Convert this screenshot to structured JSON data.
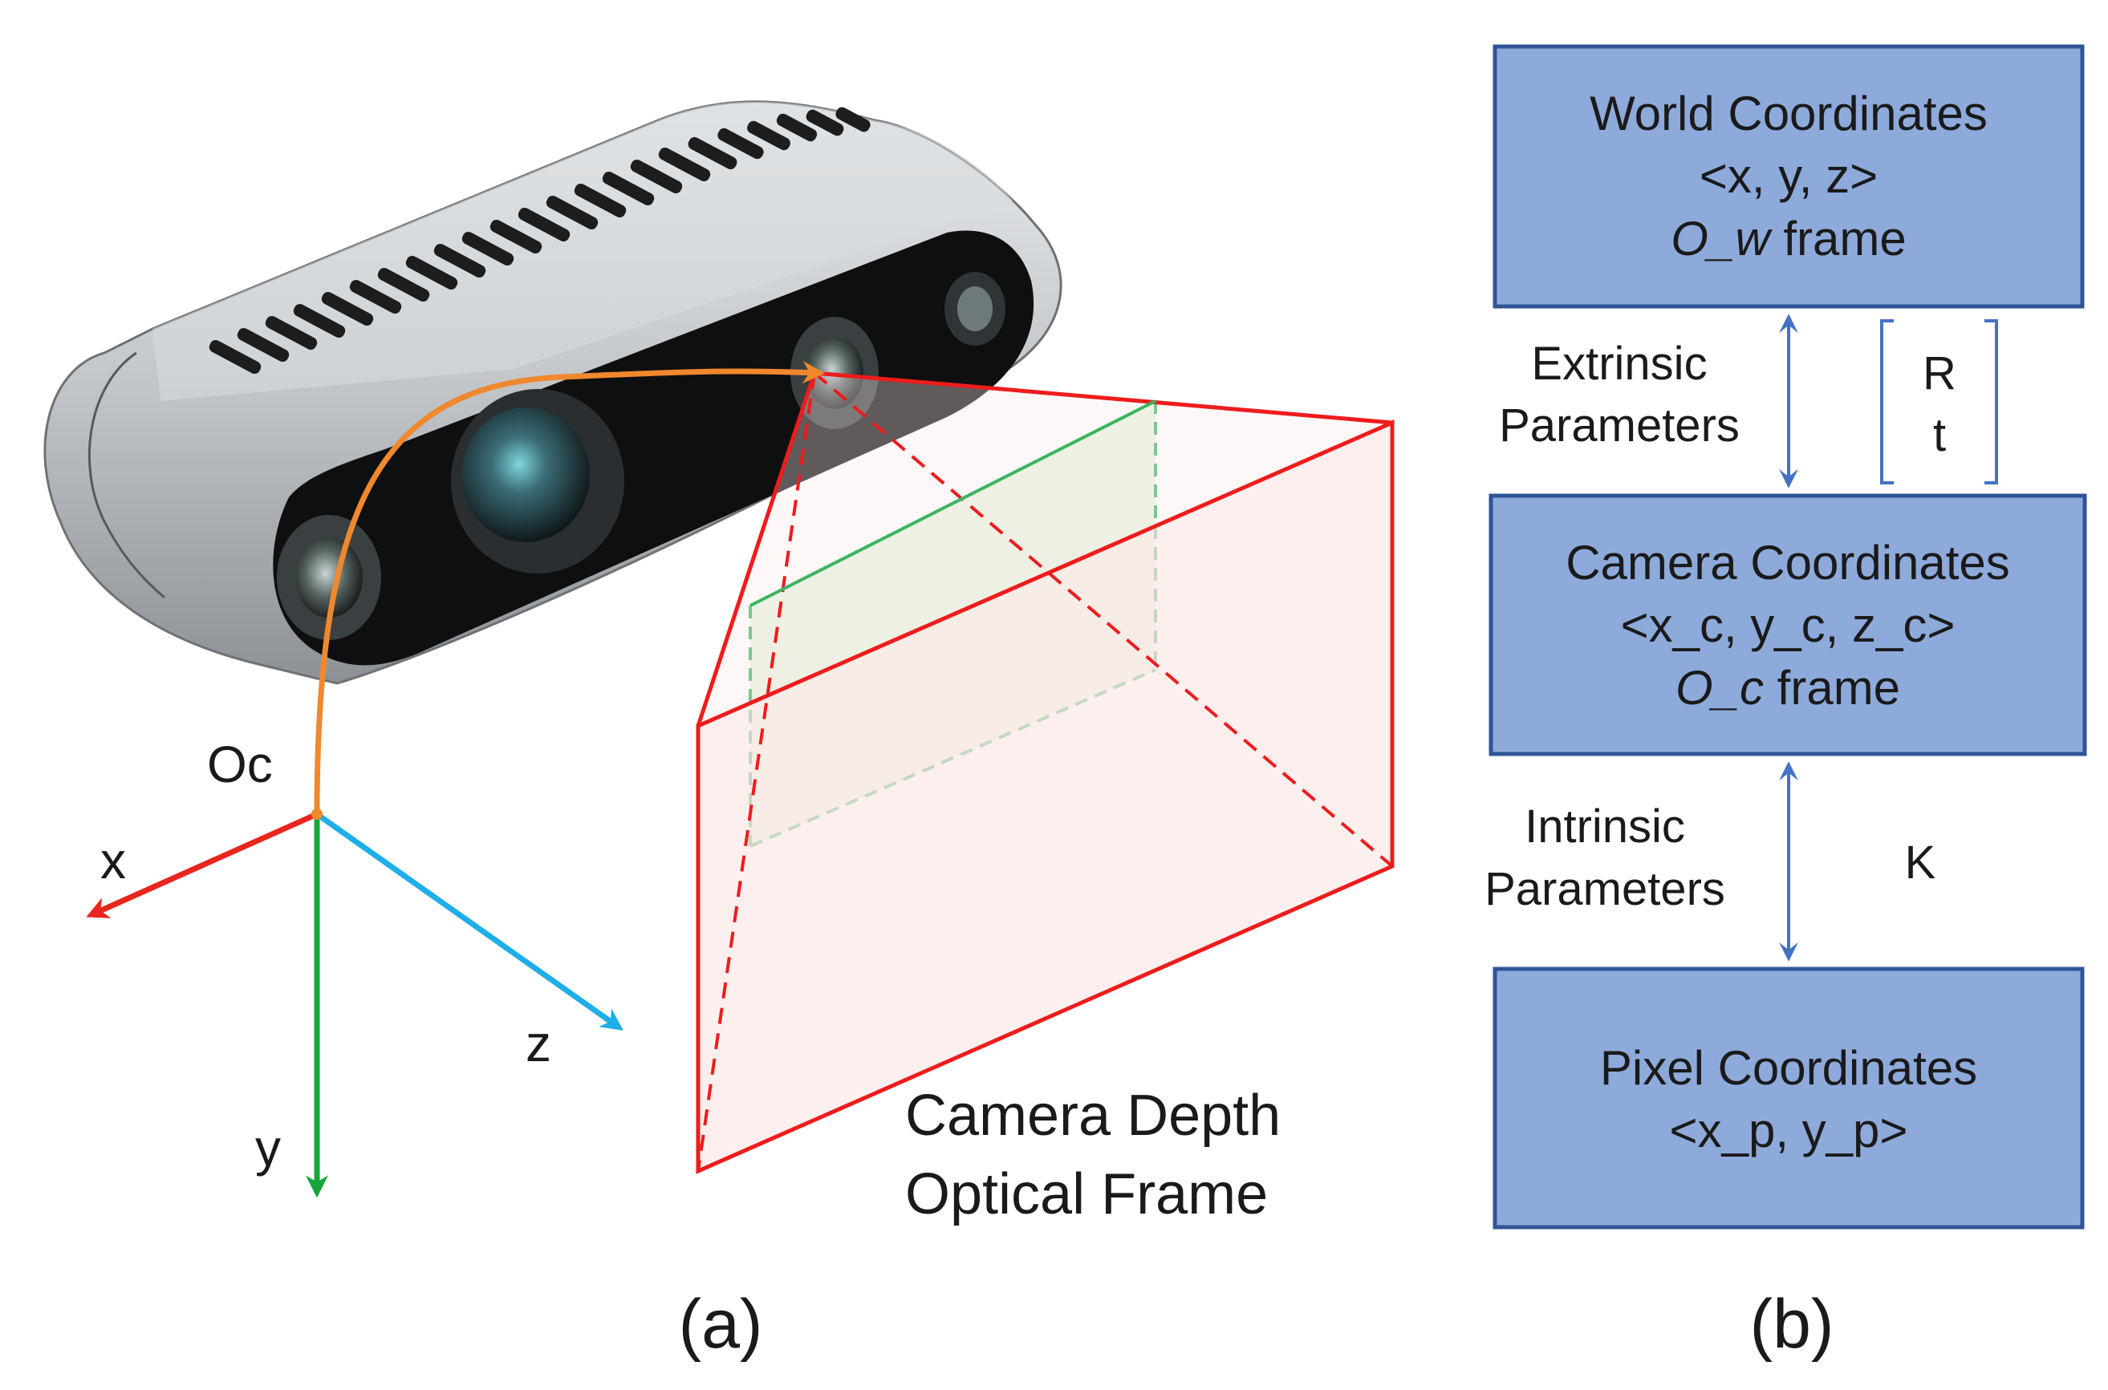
{
  "panel_a": {
    "origin_label": "Oc",
    "axes": {
      "x": {
        "label": "x",
        "color": "#e8261d"
      },
      "y": {
        "label": "y",
        "color": "#17a63c"
      },
      "z": {
        "label": "z",
        "color": "#1eaee8"
      }
    },
    "frustum_caption_line1": "Camera Depth",
    "frustum_caption_line2": "Optical Frame",
    "panel_label": "(a)",
    "colors": {
      "frustum_edge": "#ee1c1c",
      "frustum_fill": "#fde8e8",
      "image_plane_edge": "#3cb462",
      "image_plane_fill": "#dff0d6",
      "transform_arc": "#f0882d",
      "camera_body": "#bfc3c6"
    }
  },
  "panel_b": {
    "boxes": [
      {
        "line1": "World Coordinates",
        "line2": "<x, y, z>",
        "frame_italic": "O_w",
        "frame_suffix": " frame"
      },
      {
        "line1": "Camera Coordinates",
        "line2": "<x_c, y_c, z_c>",
        "frame_italic": "O_c",
        "frame_suffix": " frame"
      },
      {
        "line1": "Pixel Coordinates",
        "line2": "<x_p, y_p>"
      }
    ],
    "extrinsic": {
      "line1": "Extrinsic",
      "line2": "Parameters",
      "matrix_r": "R",
      "matrix_t": "t"
    },
    "intrinsic": {
      "line1": "Intrinsic",
      "line2": "Parameters",
      "matrix": "K"
    },
    "panel_label": "(b)",
    "colors": {
      "box_fill": "#8eaadb",
      "box_border": "#2f5597",
      "arrow": "#4472c4"
    }
  }
}
